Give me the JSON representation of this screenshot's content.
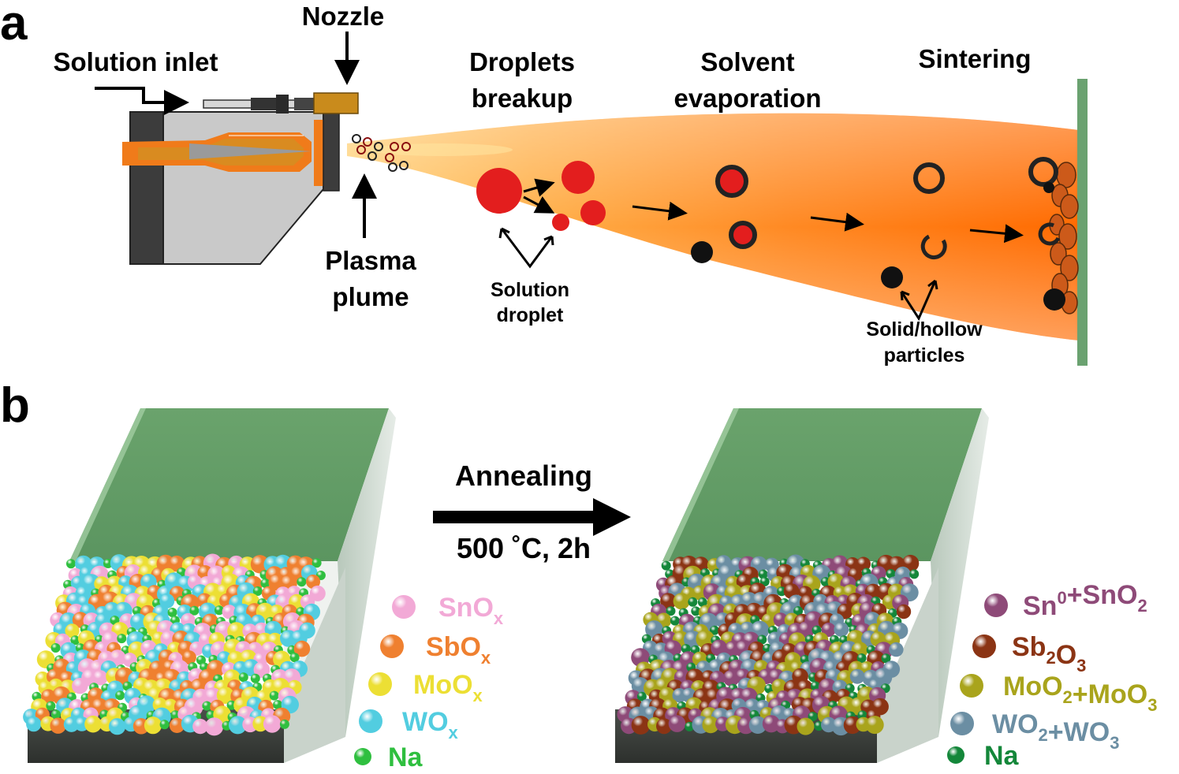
{
  "panel_a": {
    "letter": "a",
    "labels": {
      "nozzle": "Nozzle",
      "solution_inlet": "Solution inlet",
      "plasma_line1": "Plasma",
      "plasma_line2": "plume",
      "droplets_line1": "Droplets",
      "droplets_line2": "breakup",
      "solvent_line1": "Solvent",
      "solvent_line2": "evaporation",
      "sintering": "Sintering",
      "solution_droplet_line1": "Solution",
      "solution_droplet_line2": "droplet",
      "particles_line1": "Solid/hollow",
      "particles_line2": "particles"
    }
  },
  "panel_b": {
    "letter": "b",
    "arrow_label": "Annealing",
    "condition": "500 ˚C, 2h",
    "legend_before": [
      {
        "base": "SnO",
        "sub": "x",
        "color": "#f2a9d6"
      },
      {
        "base": "SbO",
        "sub": "x",
        "color": "#ef8030"
      },
      {
        "base": "MoO",
        "sub": "x",
        "color": "#ecdf34"
      },
      {
        "base": "WO",
        "sub": "x",
        "color": "#52cde0"
      },
      {
        "base": "Na",
        "sub": "",
        "color": "#2fbf3f"
      }
    ],
    "legend_after": [
      {
        "t1": "Sn",
        "sup": "0",
        "t2": "+SnO",
        "sub2": "2",
        "t3": "",
        "sub3": "",
        "color": "#8e4a78"
      },
      {
        "t1": "Sb",
        "sub1": "2",
        "t2": "O",
        "sub2": "3",
        "t3": "",
        "sub3": "",
        "color": "#8b3414"
      },
      {
        "t1": "MoO",
        "sub1": "2",
        "t2": "+MoO",
        "sub2": "3",
        "color": "#a9a41c"
      },
      {
        "t1": "WO",
        "sub1": "2",
        "t2": "+WO",
        "sub2": "3",
        "color": "#6b8ea3"
      },
      {
        "t1": "Na",
        "sub1": "",
        "t2": "",
        "sub2": "",
        "color": "#14873a"
      }
    ]
  },
  "colors": {
    "droplet_red": "#e31e1e",
    "plume_orange": "#ff7a14",
    "substrate_green": "#6aa270"
  }
}
